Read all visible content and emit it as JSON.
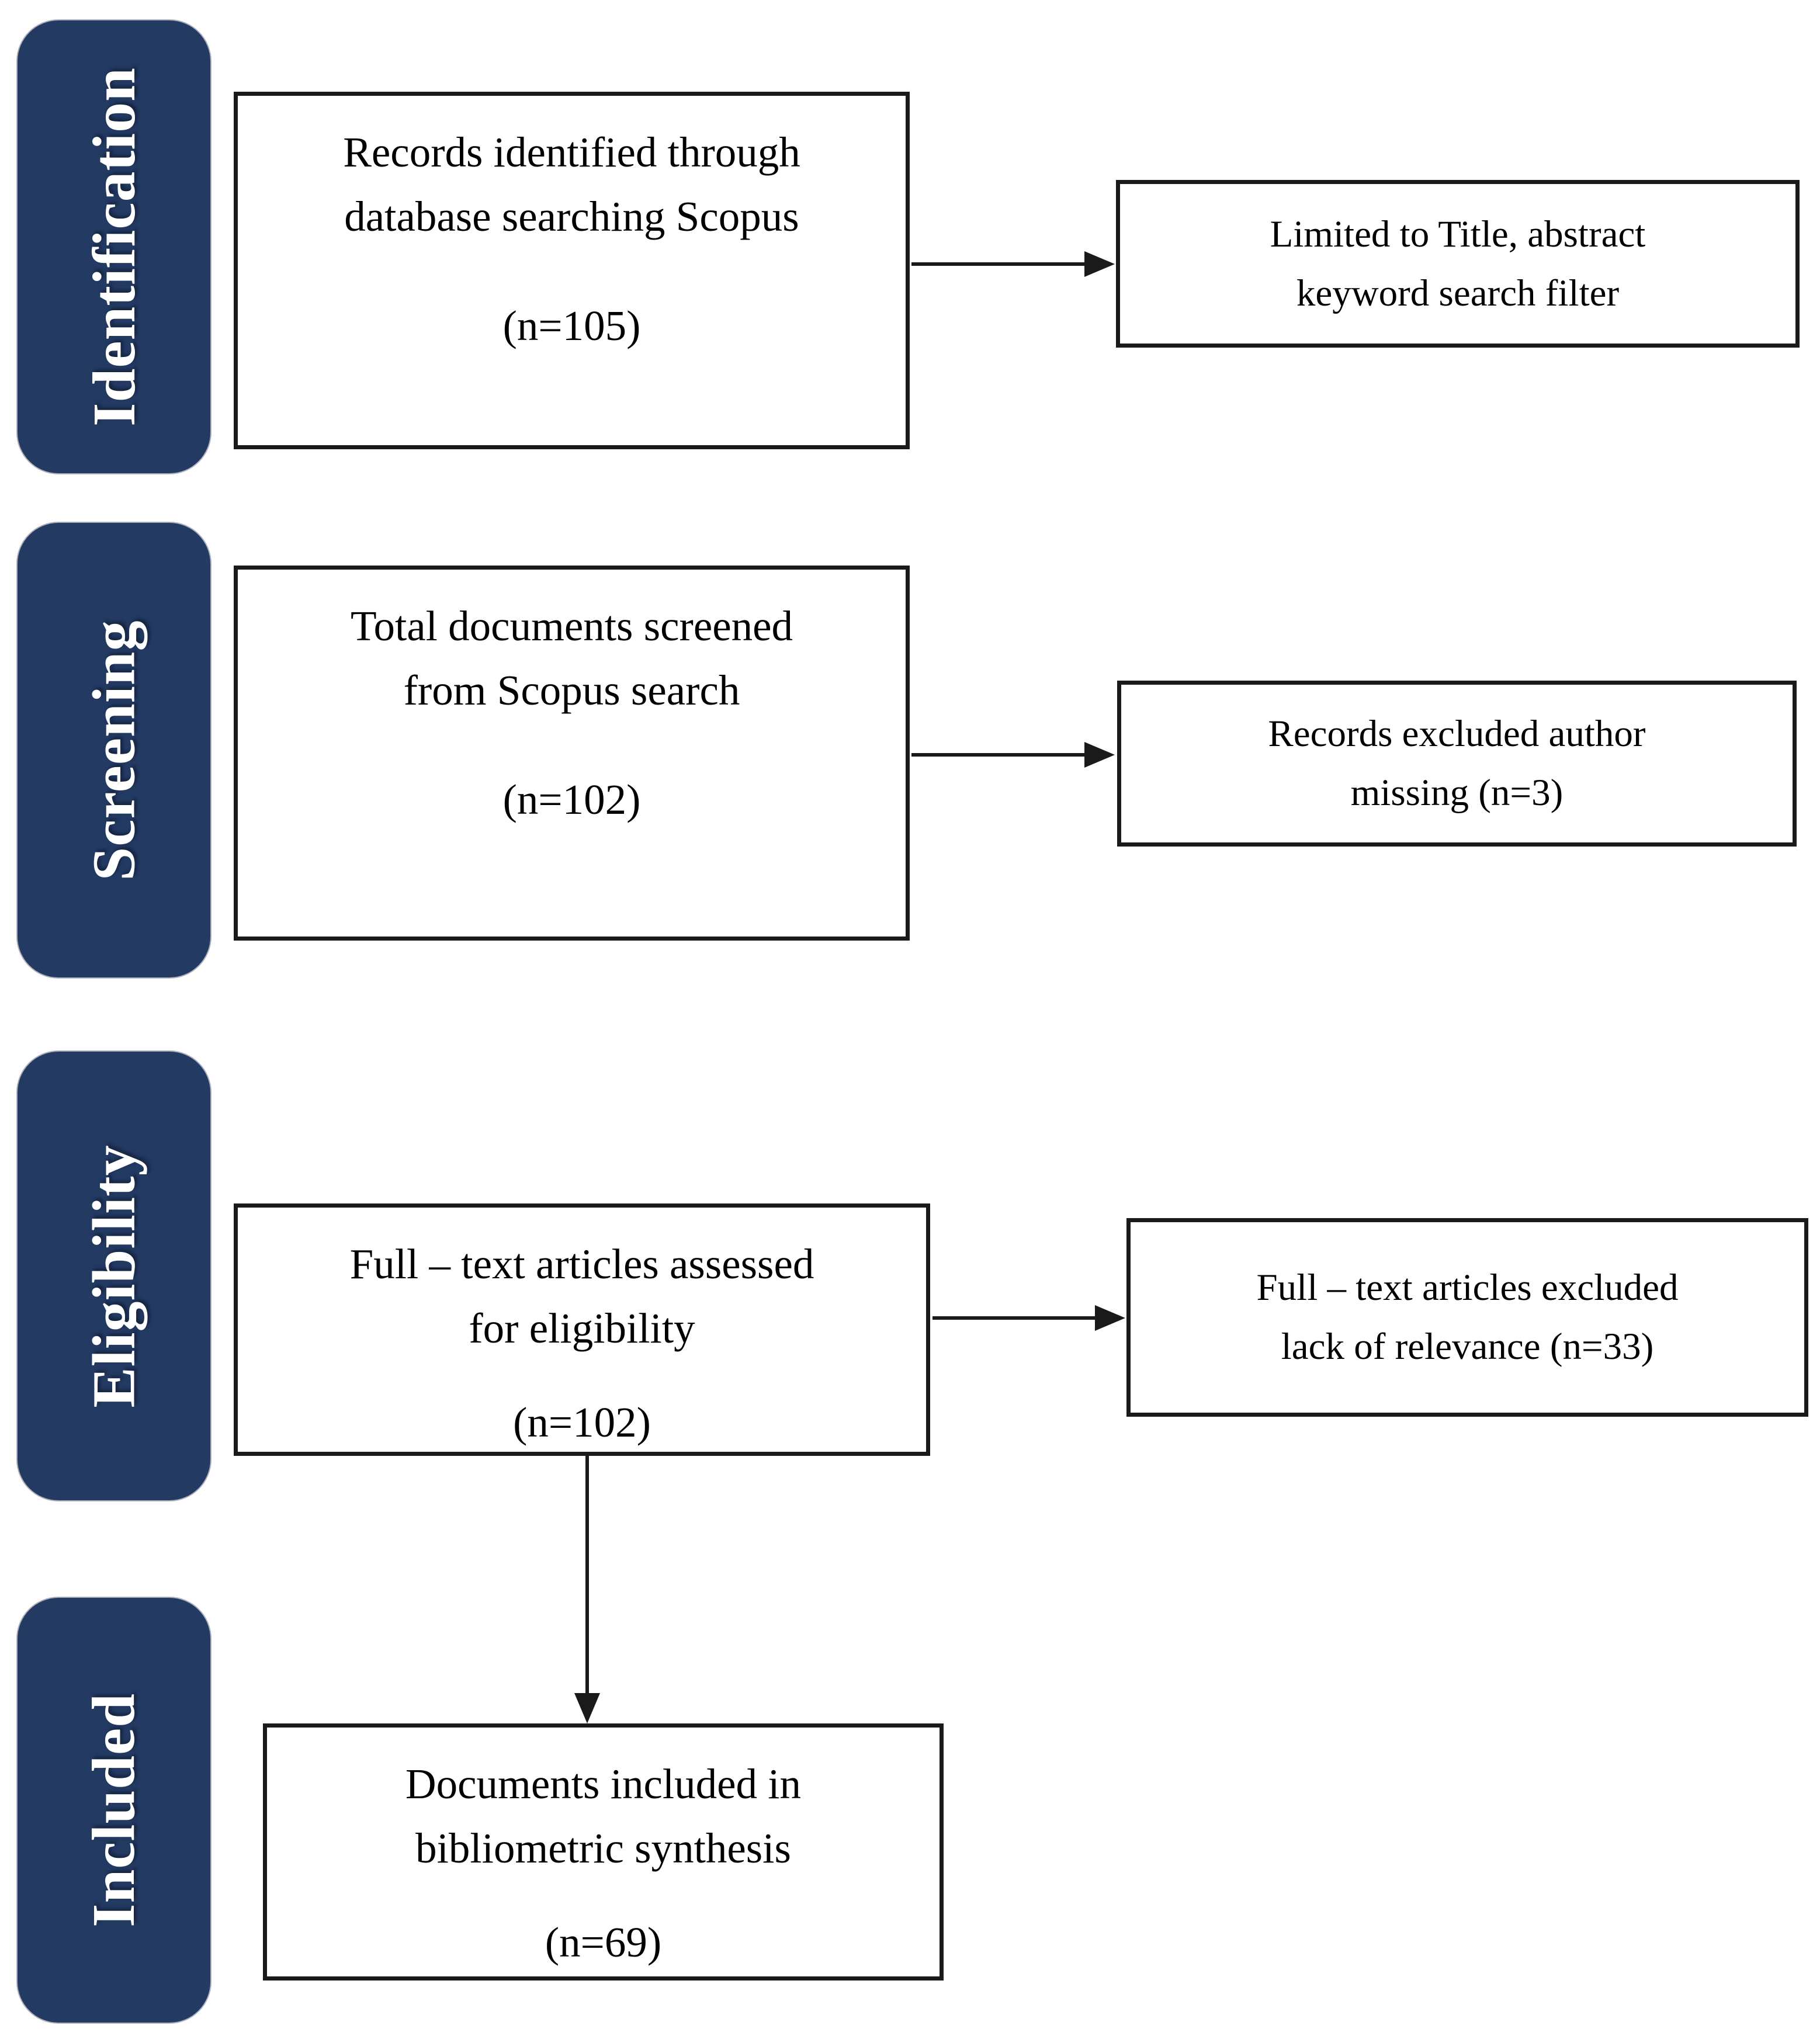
{
  "diagram": {
    "type": "prisma-flowchart",
    "stages": [
      {
        "label": "Identification"
      },
      {
        "label": "Screening"
      },
      {
        "label": "Eligibility"
      },
      {
        "label": "Included"
      }
    ],
    "main_boxes": [
      {
        "line1": "Records identified through",
        "line2": "database searching Scopus",
        "count": "(n=105)"
      },
      {
        "line1": "Total documents screened",
        "line2": "from Scopus search",
        "count": "(n=102)"
      },
      {
        "line1": "Full – text articles assessed",
        "line2": "for eligibility",
        "count": "(n=102)"
      },
      {
        "line1": "Documents included in",
        "line2": "bibliometric synthesis",
        "count": "(n=69)"
      }
    ],
    "side_boxes": [
      {
        "line1": "Limited to Title, abstract",
        "line2": "keyword search filter"
      },
      {
        "line1": "Records excluded author",
        "line2": "missing (n=3)"
      },
      {
        "line1": "Full – text articles excluded",
        "line2": "lack of relevance (n=33)"
      }
    ],
    "colors": {
      "stage_bg": "#233A63",
      "stage_text": "#FFFFFF",
      "box_border": "#1A1A1A",
      "arrow": "#1A1A1A",
      "background": "#FFFFFF"
    }
  }
}
